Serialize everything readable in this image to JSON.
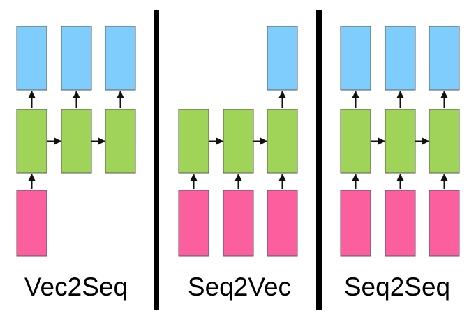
{
  "colors": {
    "output": "#7fcdfc",
    "hidden": "#9fd459",
    "input": "#fc5f9d",
    "border": "#5a5a5a",
    "arrow": "#111111",
    "divider": "#000000"
  },
  "panels": [
    {
      "label": "Vec2Seq",
      "inputs": [
        true,
        false,
        false
      ],
      "outputs": [
        true,
        true,
        true
      ]
    },
    {
      "label": "Seq2Vec",
      "inputs": [
        true,
        true,
        true
      ],
      "outputs": [
        false,
        false,
        true
      ]
    },
    {
      "label": "Seq2Seq",
      "inputs": [
        true,
        true,
        true
      ],
      "outputs": [
        true,
        true,
        true
      ]
    }
  ]
}
